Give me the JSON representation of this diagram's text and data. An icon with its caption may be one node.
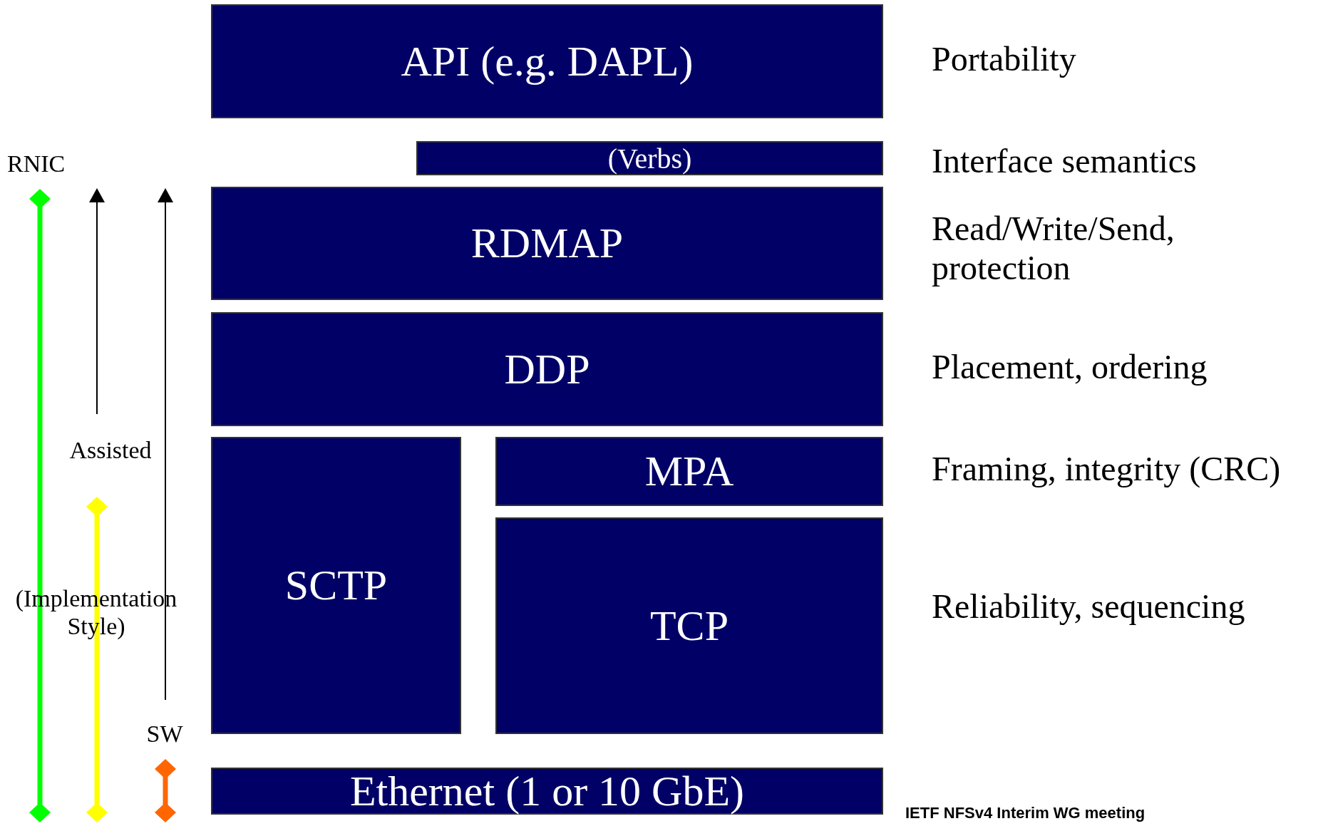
{
  "diagram": {
    "nodes": [
      {
        "text": [
          "API (e.g. DAPL)"
        ]
      },
      {
        "text": [
          "(Verbs)"
        ]
      },
      {
        "text": [
          "RDMAP"
        ]
      },
      {
        "text": [
          "DDP"
        ]
      },
      {
        "text": [
          "SCTP"
        ]
      },
      {
        "text": [
          "MPA"
        ]
      },
      {
        "text": [
          "TCP"
        ]
      },
      {
        "text": [
          "Ethernet (1 or 10 GbE)"
        ]
      }
    ],
    "labels": [
      "Portability",
      "Interface semantics",
      "RNIC",
      "Read/Write/Send, protection",
      "Placement, ordering",
      "Assisted",
      "Framing, integrity (CRC)",
      "(Implementation Style)",
      "Reliability, sequencing",
      "SW",
      "IETF NFSv4 Interim WG meeting"
    ]
  }
}
